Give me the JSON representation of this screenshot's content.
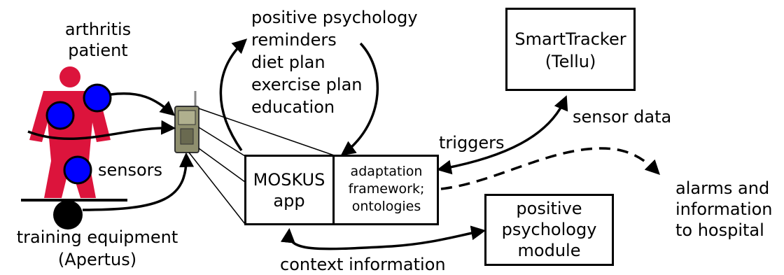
{
  "patient": {
    "line1": "arthritis",
    "line2": "patient"
  },
  "sensors_label": "sensors",
  "equipment": {
    "line1": "training equipment",
    "line2": "(Apertus)"
  },
  "content_list": [
    "positive psychology",
    "reminders",
    "diet plan",
    "exercise plan",
    "education"
  ],
  "smarttracker": {
    "line1": "SmartTracker",
    "line2": "(Tellu)"
  },
  "sensor_data_label": "sensor data",
  "triggers_label": "triggers",
  "moskus_app": {
    "line1": "MOSKUS",
    "line2": "app"
  },
  "adaptation": {
    "line1": "adaptation",
    "line2": "framework;",
    "line3": "ontologies"
  },
  "alarms": {
    "line1": "alarms and",
    "line2": "information",
    "line3": "to hospital"
  },
  "pp_module": {
    "line1": "positive",
    "line2": "psychology",
    "line3": "module"
  },
  "context_info_label": "context information",
  "colors": {
    "patient": "#dc143c",
    "sensor": "#0000ff",
    "device": "#8a8a6a",
    "stroke": "#000000"
  }
}
